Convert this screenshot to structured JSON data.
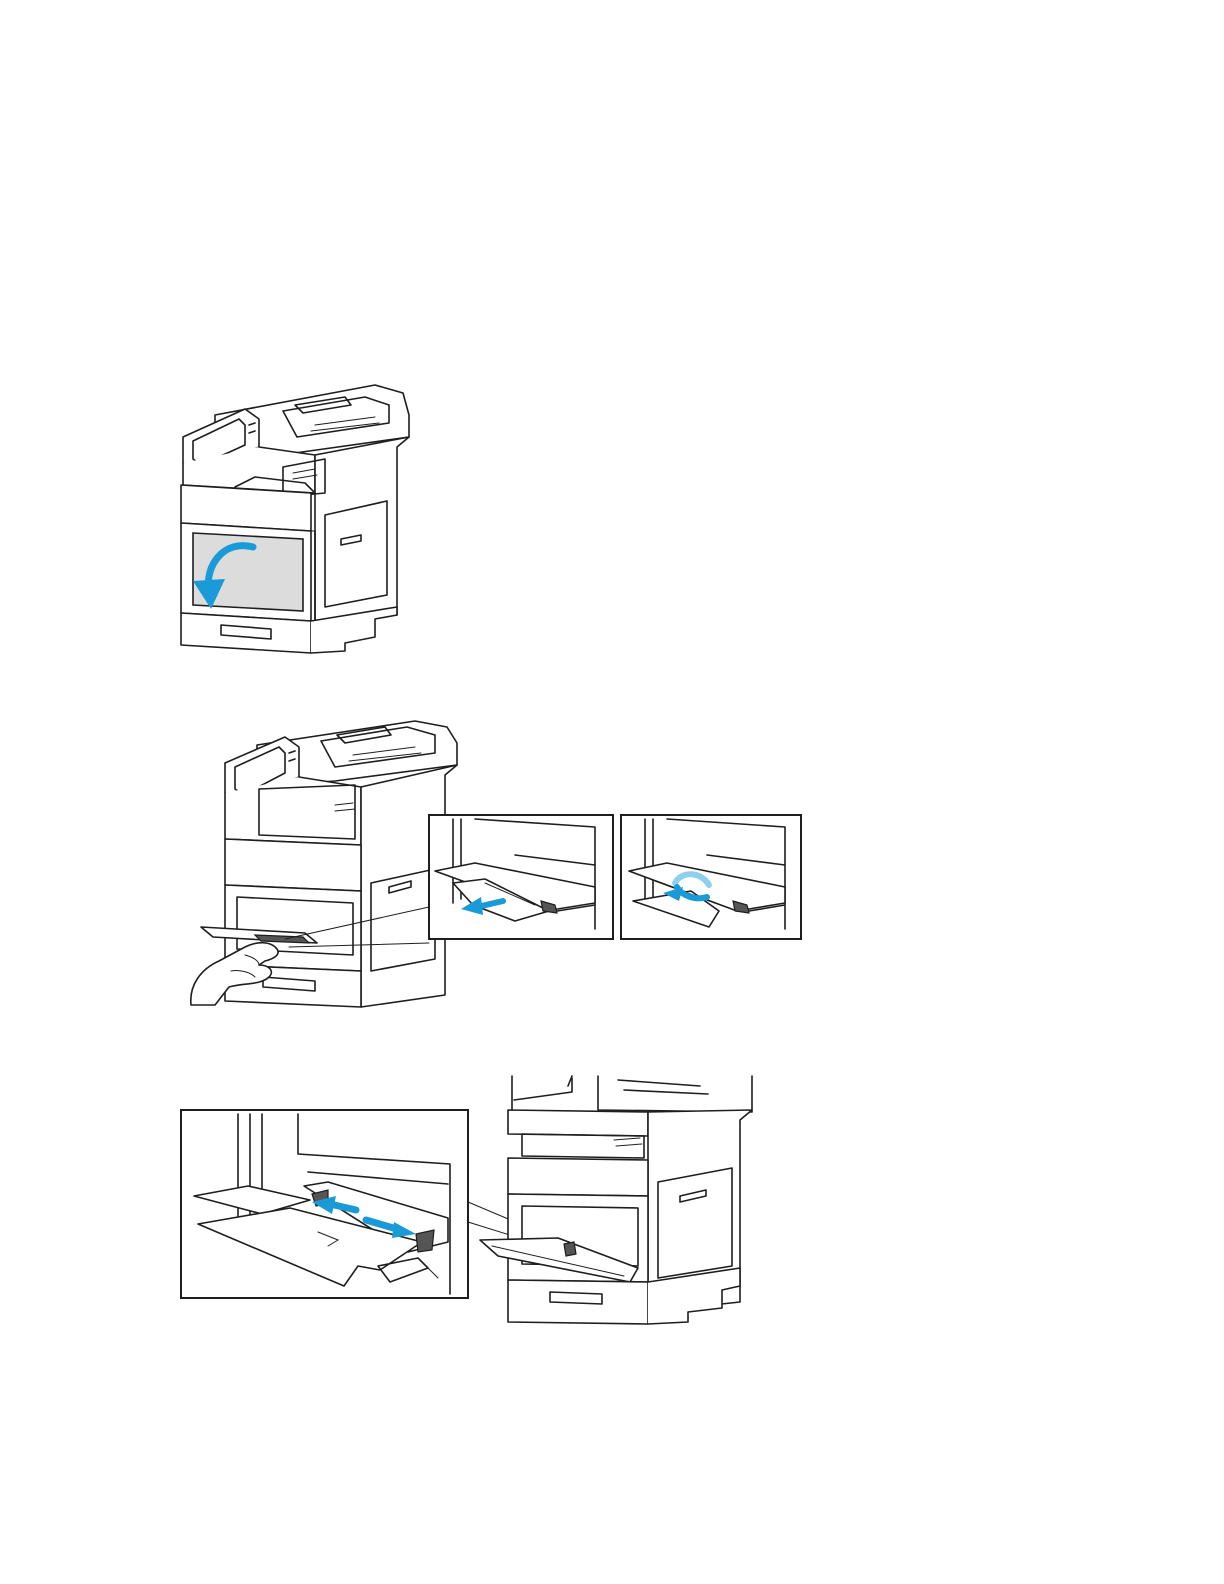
{
  "page": {
    "background": "#ffffff",
    "line_color": "#1e1e1e",
    "accent_color": "#1a9ad6",
    "accent_light": "#8fd0ee",
    "panel_grey": "#dcdcdc"
  },
  "figures": [
    {
      "id": "step-open-bypass-tray",
      "icon": "curved-arrow-down-icon"
    },
    {
      "id": "step-pull-out-extension",
      "icon": "arrow-left-icon"
    },
    {
      "id": "step-adjust-width-guides",
      "icon": "double-arrow-horizontal-icon"
    }
  ]
}
